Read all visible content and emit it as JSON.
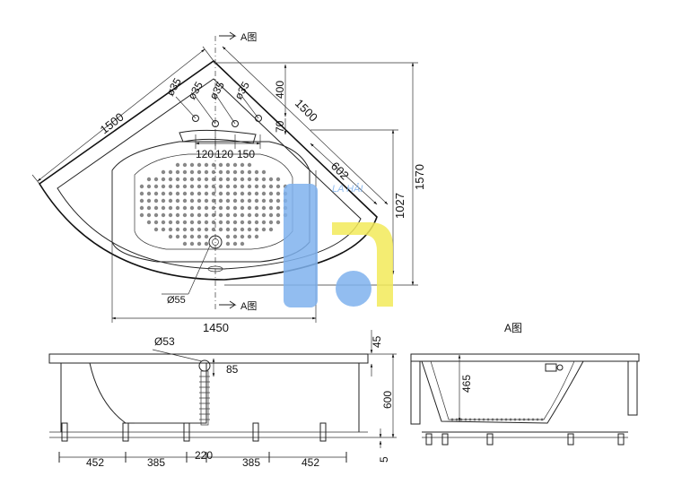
{
  "top_view": {
    "section_mark_top": "A图",
    "section_mark_bottom": "A图",
    "dim_side_left": "1500",
    "dim_side_right": "1500",
    "dim_jet_offset": "400",
    "dim_rim": "70",
    "dim_basin_depth": "602",
    "dim_height_total": "1570",
    "dim_height_inner": "1027",
    "dim_width": "1450",
    "holes": [
      "ø35",
      "ø35",
      "ø35",
      "ø35"
    ],
    "hole_spacing": [
      "120",
      "120",
      "150"
    ],
    "drain_label": "Ø55"
  },
  "side_view": {
    "overflow_label": "Ø53",
    "dim_overflow_drop": "85",
    "dim_rim_thickness": "45",
    "dim_height": "600",
    "dim_foot": "5",
    "bottom_dims": [
      "452",
      "385",
      "220",
      "385",
      "452"
    ]
  },
  "section_view": {
    "title": "A图",
    "dim_depth": "465"
  },
  "watermark": {
    "text": "LA HẢI",
    "colors": {
      "blue": "#7fb2ee",
      "yellow": "#f3ea5a"
    }
  }
}
